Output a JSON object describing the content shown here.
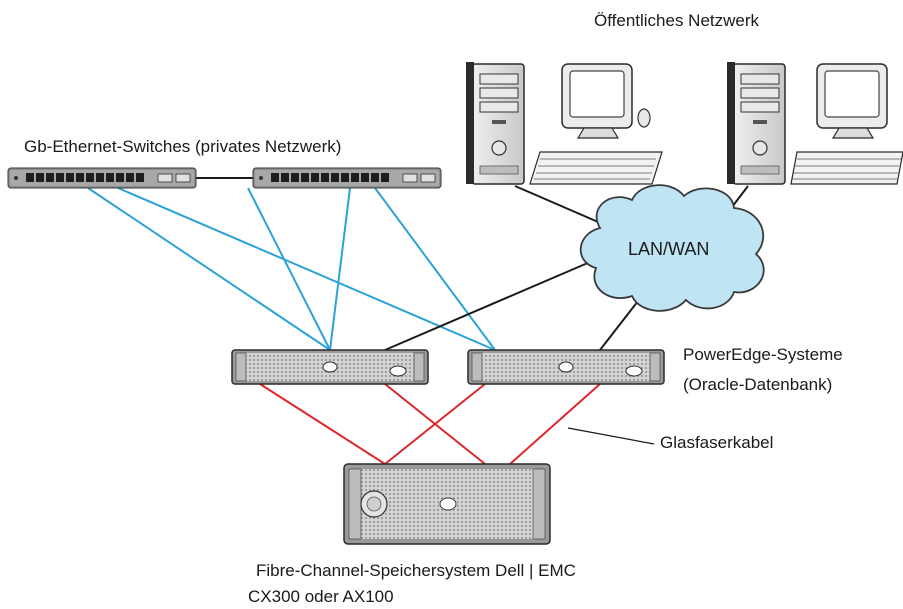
{
  "labels": {
    "public_network": "Öffentliches Netzwerk",
    "switches": "Gb-Ethernet-Switches (privates Netzwerk)",
    "lan_wan": "LAN/WAN",
    "poweredge_line1": "PowerEdge-Systeme",
    "poweredge_line2": "(Oracle-Datenbank)",
    "fiber_cable": "Glasfaserkabel",
    "storage_line1": "Fibre-Channel-Speichersystem Dell | EMC",
    "storage_line2": "CX300 oder AX100"
  },
  "colors": {
    "private_link": "#2ba3d6",
    "fiber_link": "#e0262b",
    "public_link": "#1a1a1a",
    "cloud_fill": "#bfe4f4",
    "cloud_stroke": "#3a3a3a"
  },
  "icons": [
    "ethernet-switch-icon",
    "workstation-icon",
    "cloud-icon",
    "rack-server-icon",
    "storage-array-icon"
  ]
}
